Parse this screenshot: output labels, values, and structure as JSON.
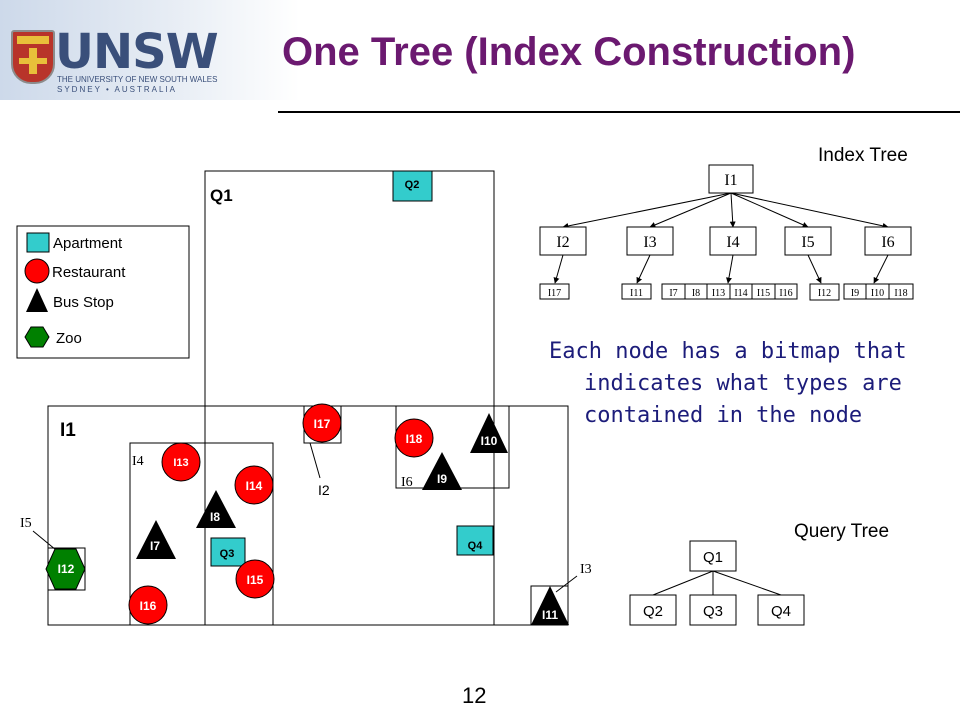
{
  "slide": {
    "title": "One Tree (Index Construction)",
    "page_number": "12",
    "logo": {
      "text": "UNSW",
      "subtitle1": "THE UNIVERSITY OF NEW SOUTH WALES",
      "subtitle2": "SYDNEY • AUSTRALIA"
    }
  },
  "legend": {
    "items": [
      {
        "label": "Apartment",
        "shape": "square",
        "color": "#33cccc"
      },
      {
        "label": "Restaurant",
        "shape": "circle",
        "color": "#ff0000"
      },
      {
        "label": "Bus Stop",
        "shape": "triangle",
        "color": "#000000"
      },
      {
        "label": "Zoo",
        "shape": "hexagon",
        "color": "#008000"
      }
    ]
  },
  "map": {
    "regions": {
      "q1": "Q1",
      "i1": "I1",
      "i2": "I2",
      "i3": "I3",
      "i4": "I4",
      "i5": "I5",
      "i6": "I6"
    },
    "objects": {
      "q2": "Q2",
      "q3": "Q3",
      "q4": "Q4",
      "i7": "I7",
      "i8": "I8",
      "i9": "I9",
      "i10": "I10",
      "i11": "I11",
      "i12": "I12",
      "i13": "I13",
      "i14": "I14",
      "i15": "I15",
      "i16": "I16",
      "i17": "I17",
      "i18": "I18"
    }
  },
  "index_tree": {
    "title": "Index Tree",
    "root": "I1",
    "children": [
      "I2",
      "I3",
      "I4",
      "I5",
      "I6"
    ],
    "leaves": {
      "i2": [
        "I17"
      ],
      "i3": [
        "I11"
      ],
      "i4": [
        "I7",
        "I8",
        "I13",
        "I14",
        "I15",
        "I16"
      ],
      "i5": [
        "I12"
      ],
      "i6": [
        "I9",
        "I10",
        "I18"
      ]
    }
  },
  "note": {
    "line1": "Each node has a bitmap that",
    "line2": "indicates what types are",
    "line3": "contained in the node"
  },
  "query_tree": {
    "title": "Query Tree",
    "root": "Q1",
    "children": [
      "Q2",
      "Q3",
      "Q4"
    ]
  }
}
